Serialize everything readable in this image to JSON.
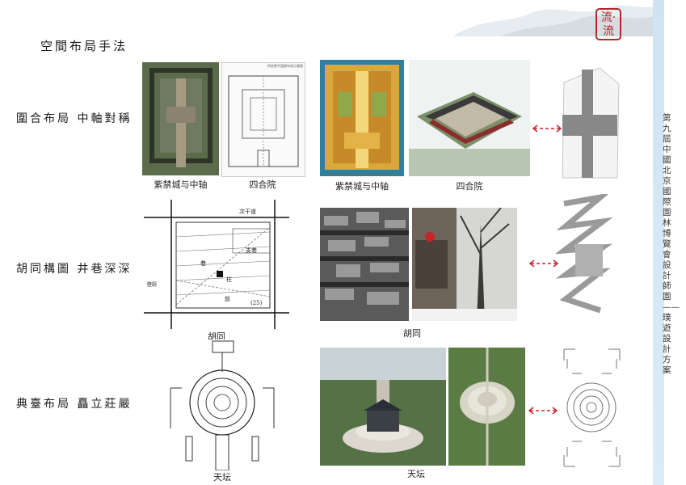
{
  "header": {
    "section_title": "空間布局手法",
    "seal_text": "流·流"
  },
  "side_text": "第九屆中國北京國際園林博覽會設計師園——璞遊設計方案",
  "rows": [
    {
      "title": "圍合布局  中軸對稱",
      "captions": [
        "紫禁城与中轴",
        "四合院",
        "紫禁城与中轴",
        "四合院"
      ],
      "plan_header": "四合院平面图布局示意图"
    },
    {
      "title": "胡同構圖  井巷深深",
      "captions": [
        "胡同",
        "胡同"
      ],
      "diagram_labels": {
        "road_top": "次干道",
        "lane": "支巷",
        "alley": "巷",
        "pillar": "柱",
        "side": "壁厨",
        "yard": "前",
        "size": "(25)"
      }
    },
    {
      "title": "典臺布局  矗立莊嚴",
      "captions": [
        "天坛",
        "天坛"
      ]
    }
  ],
  "colors": {
    "accent_red": "#c8252b",
    "sidebar": "#d3e8f5"
  }
}
